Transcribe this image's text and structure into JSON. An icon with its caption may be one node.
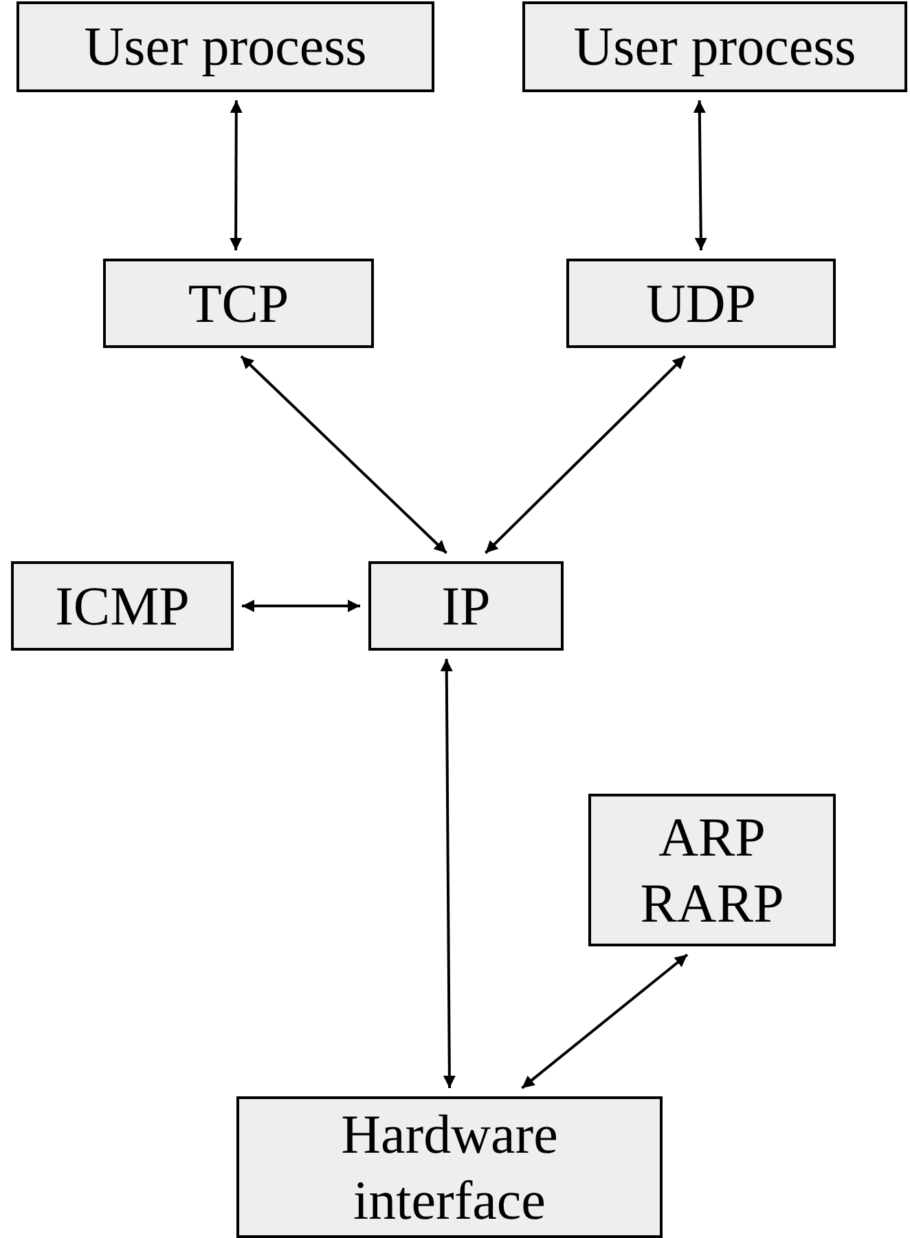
{
  "diagram": {
    "nodes": [
      {
        "text": [
          "User process"
        ]
      },
      {
        "text": [
          "User process"
        ]
      },
      {
        "text": [
          "TCP"
        ]
      },
      {
        "text": [
          "UDP"
        ]
      },
      {
        "text": [
          "ICMP"
        ]
      },
      {
        "text": [
          "IP"
        ]
      },
      {
        "text": [
          "ARP RARP"
        ]
      },
      {
        "text": [
          "Hardware interface"
        ]
      }
    ],
    "edges": [
      {
        "from": 0,
        "to": 2,
        "arrow": "both"
      },
      {
        "from": 1,
        "to": 3,
        "arrow": "both"
      },
      {
        "from": 2,
        "to": 5,
        "arrow": "both"
      },
      {
        "from": 3,
        "to": 5,
        "arrow": "both"
      },
      {
        "from": 4,
        "to": 5,
        "arrow": "both"
      },
      {
        "from": 5,
        "to": 7,
        "arrow": "both"
      },
      {
        "from": 6,
        "to": 7,
        "arrow": "both"
      }
    ]
  }
}
